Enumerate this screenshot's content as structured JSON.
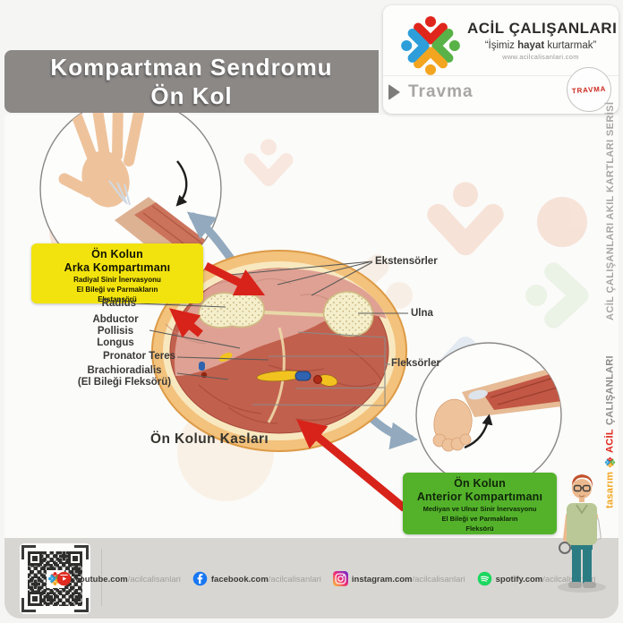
{
  "header": {
    "title_line1": "Kompartman Sendromu",
    "title_line2": "Ön Kol",
    "banner_color": "#8b8886",
    "brand": {
      "logo_icon": "pinwheel-logo",
      "name": "ACİL ÇALIŞANLARI",
      "tagline_open": "“İşimiz ",
      "tagline_bold": "hayat",
      "tagline_close": " kurtarmak”",
      "website": "www.acilcalisanlari.com",
      "logo_colors": {
        "red": "#e0261c",
        "blue": "#2d9ed9",
        "green": "#58b247",
        "orange": "#f3a51f"
      }
    },
    "category": {
      "chevron_icon": "chevron-right-icon",
      "label": "Travma"
    },
    "stamp": {
      "label": "TRAVMA",
      "color": "#cc2a20"
    }
  },
  "sidebar": {
    "series_text": "ACİL ÇALIŞANLARI AKIL KARTLARI SERİSİ",
    "credit": {
      "design_label": "tasarım",
      "brand_red": "ACİL",
      "brand_gray": "ÇALIŞANLARI",
      "logo_icon": "pinwheel-logo"
    }
  },
  "diagram": {
    "caption": "Ön Kolun Kasları",
    "posterior_box": {
      "bg_color": "#f2e30e",
      "title_line1": "Ön Kolun",
      "title_line2": "Arka Kompartımanı",
      "sub_line1": "Radiyal Sinir İnervasyonu",
      "sub_line2": "El Bileği ve Parmakların",
      "sub_line3": "Ekstansörü"
    },
    "anterior_box": {
      "bg_color": "#53b22a",
      "title_line1": "Ön Kolun",
      "title_line2": "Anterior Kompartımanı",
      "sub_line1": "Mediyan ve Ulnar Sinir İnervasyonu",
      "sub_line2": "El Bileği ve Parmakların",
      "sub_line3": "Fleksörü"
    },
    "labels_left": [
      {
        "text": "Radius"
      },
      {
        "text": "Abductor\nPollisis\nLongus"
      },
      {
        "text": "Pronator Teres"
      },
      {
        "text": "Brachioradialis\n(El Bileği Fleksörü)"
      }
    ],
    "labels_right": [
      {
        "text": "Ekstensörler"
      },
      {
        "text": "Ulna"
      },
      {
        "text": "Fleksörler"
      }
    ],
    "arrow_color": "#d8231a"
  },
  "footer": {
    "qr_icon": "qr-code",
    "social": [
      {
        "icon": "youtube-icon",
        "domain": "youtube.com",
        "handle": "/acilcalisanlari"
      },
      {
        "icon": "facebook-icon",
        "domain": "facebook.com",
        "handle": "/acilcalisanlari"
      },
      {
        "icon": "instagram-icon",
        "domain": "instagram.com",
        "handle": "/acilcalisanlari"
      },
      {
        "icon": "spotify-icon",
        "domain": "spotify.com",
        "handle": "/acilcalisanlari"
      }
    ]
  }
}
